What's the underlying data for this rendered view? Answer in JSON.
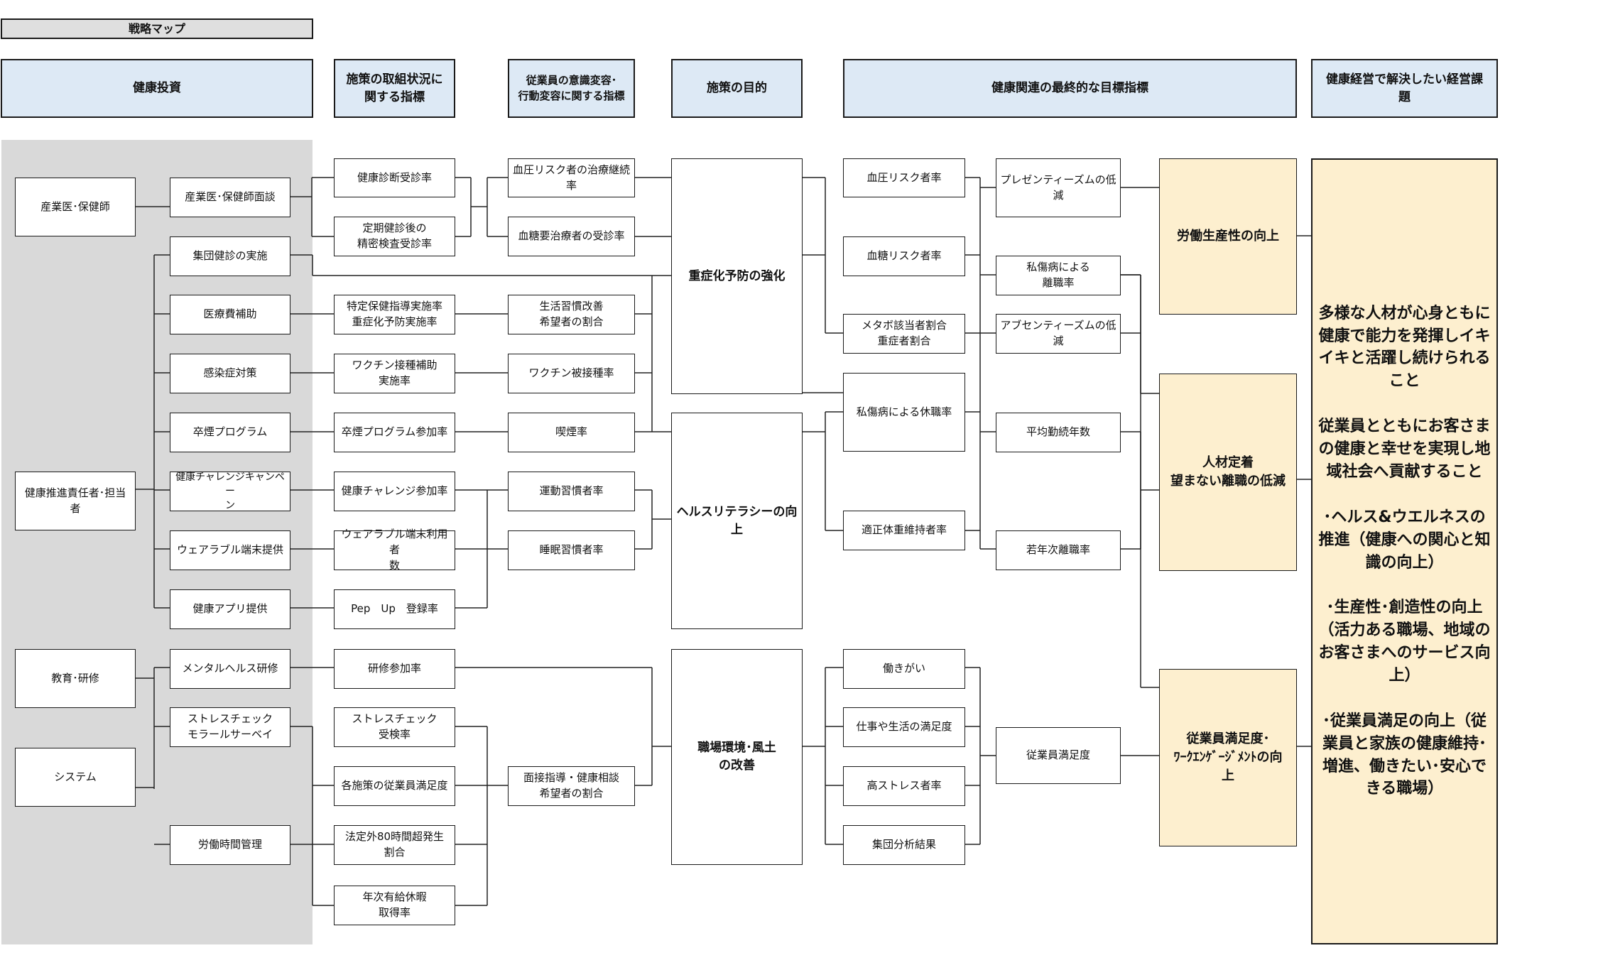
{
  "title": "戦略マップ",
  "headers": {
    "investment": "健康投資",
    "measure_status": "施策の取組状況に\n関する指標",
    "awareness": "従業員の意識変容･\n行動変容に関する指標",
    "purpose": "施策の目的",
    "final_goal": "健康関連の最終的な目標指標",
    "management_issue": "健康経営で解決したい経営課\n題"
  },
  "actors": {
    "doctor": "産業医･保健師",
    "promoter": "健康推進責任者･担当\n者",
    "education": "教育･研修",
    "system": "システム"
  },
  "investments": {
    "interview": "産業医･保健師面談",
    "group_checkup": "集団健診の実施",
    "medical_subsidy": "医療費補助",
    "infection": "感染症対策",
    "smoking_program": "卒煙プログラム",
    "challenge": "健康チャレンジキャンペー\nン",
    "wearable": "ウェアラブル端末提供",
    "app": "健康アプリ提供",
    "mental_training": "メンタルヘルス研修",
    "stress_check": "ストレスチェック\nモラールサーベイ",
    "work_hours": "労働時間管理"
  },
  "measure_indicators": {
    "checkup_rate": "健康診断受診率",
    "detailed_exam": "定期健診後の\n精密検査受診率",
    "specific_guidance": "特定保健指導実施率\n重症化予防実施率",
    "vaccine_subsidy": "ワクチン接種補助\n実施率",
    "smoking_participation": "卒煙プログラム参加率",
    "challenge_participation": "健康チャレンジ参加率",
    "wearable_users": "ウェアラブル端末利用者\n数",
    "pepup": "Pep　Up　登録率",
    "training_participation": "研修参加率",
    "stress_check_rate": "ストレスチェック\n受検率",
    "measure_satisfaction": "各施策の従業員満足度",
    "overtime80": "法定外80時間超発生\n割合",
    "paid_leave": "年次有給休暇\n取得率"
  },
  "behavior_indicators": {
    "bp_treatment": "血圧リスク者の治療継続\n率",
    "glucose_treatment": "血糖要治療者の受診率",
    "habit_improvement": "生活習慣改善\n希望者の割合",
    "vaccination": "ワクチン被接種率",
    "smoking_rate": "喫煙率",
    "exercise_habit": "運動習慣者率",
    "sleep_habit": "睡眠習慣者率",
    "consultation": "面接指導・健康相談\n希望者の割合"
  },
  "purposes": {
    "severity_prevention": "重症化予防の強化",
    "health_literacy": "ヘルスリテラシーの向上",
    "workplace": "職場環境･風土\nの改善"
  },
  "final_indicators": {
    "bp_risk": "血圧リスク者率",
    "glucose_risk": "血糖リスク者率",
    "metabolic": "メタボ該当者割合\n重症者割合",
    "sick_leave": "私傷病による休職率",
    "proper_weight": "適正体重維持者率",
    "worth": "働きがい",
    "life_satisfaction": "仕事や生活の満足度",
    "high_stress": "高ストレス者率",
    "group_analysis": "集団分析結果",
    "presenteeism": "プレゼンティーズムの低減",
    "sick_resignation": "私傷病による\n離職率",
    "absenteeism": "アブセンティーズムの低減",
    "tenure": "平均勤続年数",
    "young_turnover": "若年次離職率",
    "employee_satisfaction": "従業員満足度"
  },
  "outcomes": {
    "productivity": "労働生産性の向上",
    "retention": "人材定着\n望まない離職の低減",
    "engagement": "従業員満足度･\nﾜｰｸｴﾝｹﾞｰｼﾞﾒﾝﾄの向\n上"
  },
  "management_issue_text": "多様な人材が心身ともに健康で能力を発揮しイキイキと活躍し続けられること\n\n従業員とともにお客さまの健康と幸せを実現し地域社会へ貢献すること\n\n･ヘルス&ウエルネスの推進（健康への関心と知識の向上）\n\n･生産性･創造性の向上（活力ある職場、地域のお客さまへのサービス向上）\n\n･従業員満足の向上（従業員と家族の健康維持･増進、働きたい･安心できる職場）"
}
